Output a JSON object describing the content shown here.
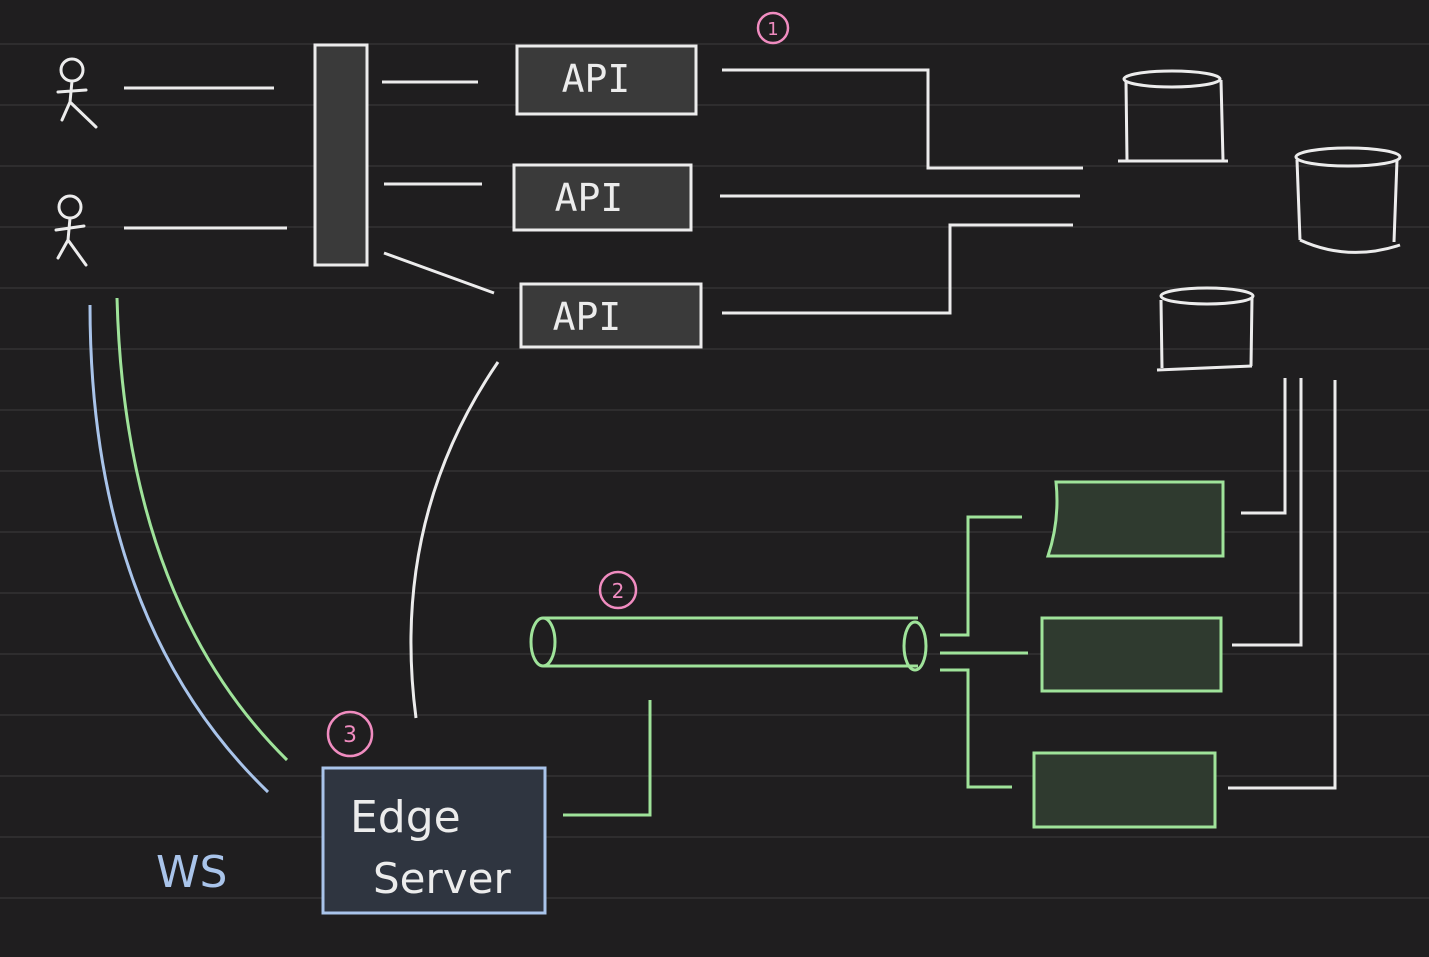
{
  "colors": {
    "background": "#1f1e1f",
    "ruled_line": "#2e2d2e",
    "stroke_white": "#ececec",
    "stroke_green": "#9fe39a",
    "stroke_blue": "#a9c4ea",
    "box_fill": "#3a3a3a",
    "green_fill": "#2f3a2f",
    "edge_fill": "#2f3540",
    "marker_pink": "#f08cc0"
  },
  "api_servers": [
    {
      "label": "API"
    },
    {
      "label": "API"
    },
    {
      "label": "API"
    }
  ],
  "markers": {
    "one": "1",
    "two": "2",
    "three": "3"
  },
  "edge_server": {
    "line1": "Edge",
    "line2": "Server"
  },
  "ws_label": "WS",
  "icons": {
    "user": "stick-figure-icon",
    "database": "cylinder-icon",
    "queue": "pipe-icon"
  }
}
